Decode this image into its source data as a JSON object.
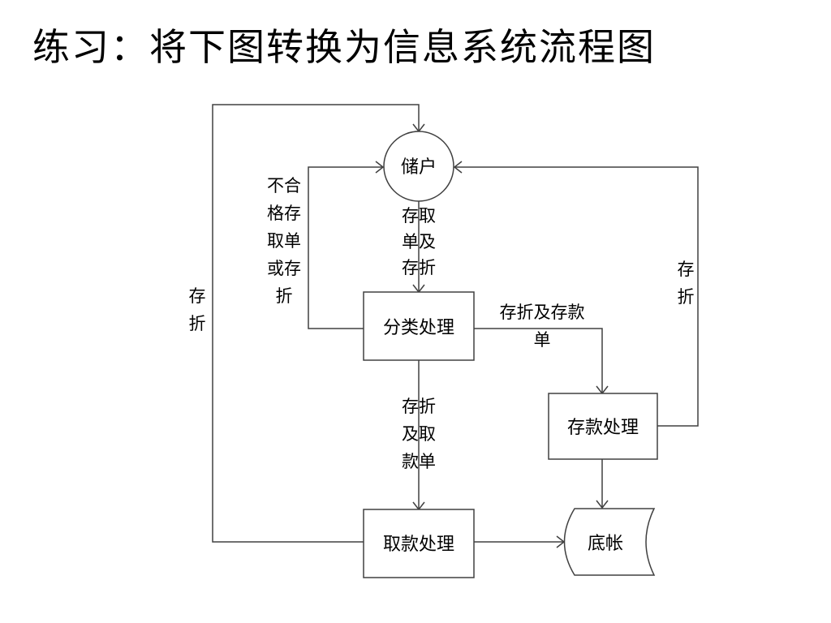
{
  "title": "练习：将下图转换为信息系统流程图",
  "nodes": {
    "customer": "储户",
    "classify": "分类处理",
    "deposit": "存款处理",
    "withdraw": "取款处理",
    "ledger": "底帐"
  },
  "edges": {
    "customer_to_classify": [
      "存取",
      "单及",
      "存折"
    ],
    "classify_reject": [
      "不合",
      "格存",
      "取单",
      "或存",
      "折"
    ],
    "classify_to_deposit": [
      "存折及存款",
      "单"
    ],
    "classify_to_withdraw": [
      "存折",
      "及取",
      "款单"
    ],
    "deposit_to_customer": [
      "存",
      "折"
    ],
    "withdraw_to_customer": [
      "存",
      "折"
    ]
  },
  "colors": {
    "line": "#404040",
    "text": "#000000"
  }
}
